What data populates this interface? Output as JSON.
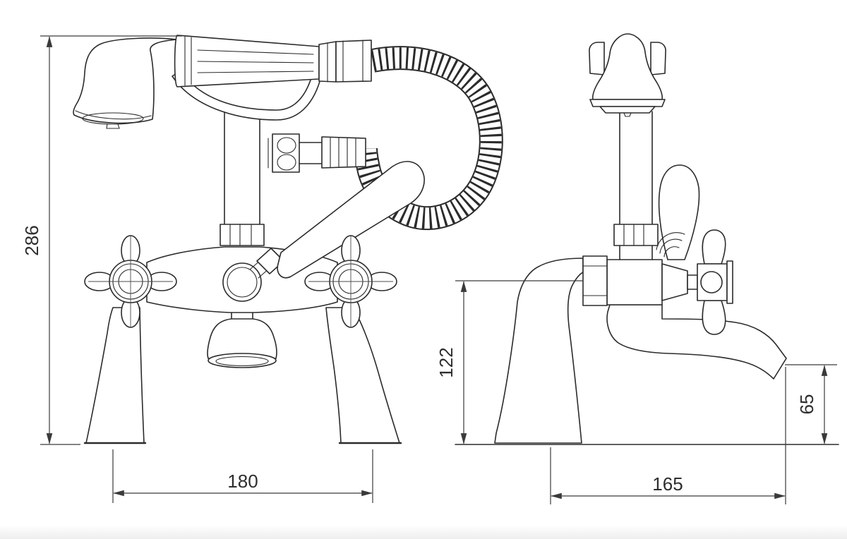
{
  "drawing": {
    "kind": "bath-shower-mixer-technical-drawing",
    "views": [
      "front",
      "side"
    ]
  },
  "dimensions": {
    "overall_height": {
      "value": "286",
      "view": "front",
      "axis": "vertical"
    },
    "tap_centres": {
      "value": "180",
      "view": "front",
      "axis": "horizontal"
    },
    "deck_to_spout": {
      "value": "122",
      "view": "side",
      "axis": "vertical"
    },
    "spout_outlet_height": {
      "value": "65",
      "view": "side",
      "axis": "vertical"
    },
    "spout_projection": {
      "value": "165",
      "view": "side",
      "axis": "horizontal"
    }
  },
  "style": {
    "line_color": "#2b2b2b",
    "dimension_color": "#3a3a3a",
    "background": "#ffffff",
    "footer_strip": "#eeeeee"
  }
}
